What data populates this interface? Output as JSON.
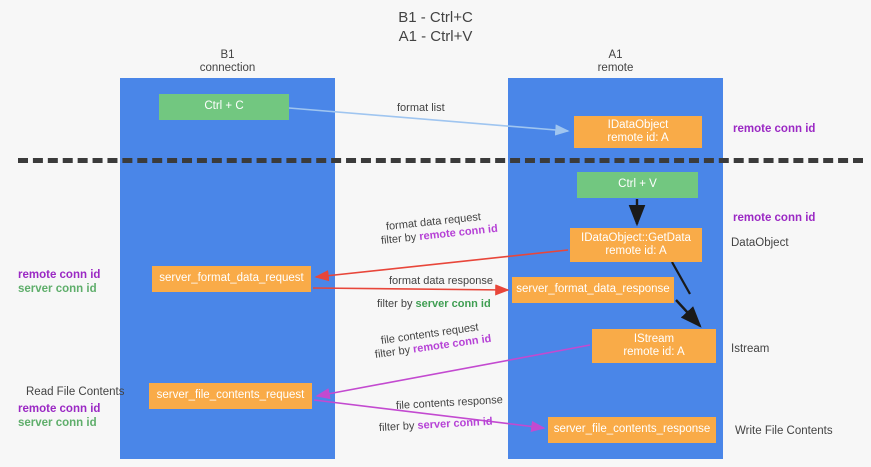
{
  "title": {
    "line1": "B1 - Ctrl+C",
    "line2": "A1 - Ctrl+V"
  },
  "lanes": [
    {
      "id": "b1",
      "name": "B1",
      "role": "connection",
      "color": "#4a86e8"
    },
    {
      "id": "a1",
      "name": "A1",
      "role": "remote",
      "color": "#4a86e8"
    }
  ],
  "nodes": [
    {
      "id": "ctrl-c",
      "label": "Ctrl + C",
      "sub": "",
      "color": "#72c780"
    },
    {
      "id": "idataobject",
      "label": "IDataObject",
      "sub": "remote id: A",
      "color": "#f9ab48"
    },
    {
      "id": "ctrl-v",
      "label": "Ctrl + V",
      "sub": "",
      "color": "#72c780"
    },
    {
      "id": "getdata",
      "label": "IDataObject::GetData",
      "sub": "remote id: A",
      "color": "#f9ab48"
    },
    {
      "id": "server-format-data-request",
      "label": "server_format_data_request",
      "sub": "",
      "color": "#f9ab48"
    },
    {
      "id": "server-format-data-response",
      "label": "server_format_data_response",
      "sub": "",
      "color": "#f9ab48"
    },
    {
      "id": "istream",
      "label": "IStream",
      "sub": "remote id: A",
      "color": "#f9ab48"
    },
    {
      "id": "server-file-contents-request",
      "label": "server_file_contents_request",
      "sub": "",
      "color": "#f9ab48"
    },
    {
      "id": "server-file-contents-response",
      "label": "server_file_contents_response",
      "sub": "",
      "color": "#f9ab48"
    }
  ],
  "edge_labels": {
    "format_list": "format list",
    "format_data_request": "format data request",
    "format_data_request_filter_prefix": "filter by ",
    "format_data_request_filter_key": "remote conn id",
    "format_data_response": "format data response",
    "format_data_response_filter_prefix": "filter by ",
    "format_data_response_filter_key": "server conn id",
    "file_contents_request": "file contents request",
    "file_contents_request_filter_prefix": "filter by ",
    "file_contents_request_filter_key": "remote conn id",
    "file_contents_response": "file contents response",
    "file_contents_response_filter_prefix": "filter by ",
    "file_contents_response_filter_key": "server conn id"
  },
  "annotations": {
    "remote_conn_id_top": "remote conn id",
    "remote_conn_id_mid": "remote conn id",
    "dataobject": "DataObject",
    "istream": "Istream",
    "write_file_contents": "Write File Contents",
    "read_file_contents": "Read File Contents",
    "left_mid_remote": "remote conn id",
    "left_mid_server": "server conn id",
    "left_bot_remote": "remote conn id",
    "left_bot_server": "server conn id"
  },
  "colors": {
    "lane": "#4a86e8",
    "node_green": "#72c780",
    "node_orange": "#f9ab48",
    "purple": "#9b29c4",
    "green_text": "#5fae6b",
    "arrow_blue": "#9fc5f0",
    "arrow_red": "#e8463a",
    "arrow_magenta": "#c34ad0",
    "arrow_black": "#1a1a1a",
    "divider": "#3b3b3b",
    "background": "#f7f7f7"
  }
}
